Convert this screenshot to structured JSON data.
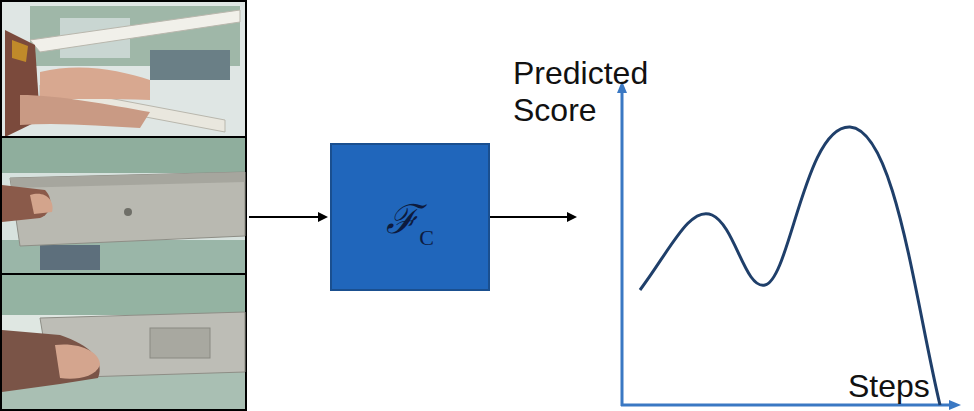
{
  "diagram": {
    "nodes": [
      {
        "text": [
          "ℱ",
          "C"
        ]
      }
    ],
    "labels": [
      "Predicted Score",
      "Steps"
    ]
  }
}
